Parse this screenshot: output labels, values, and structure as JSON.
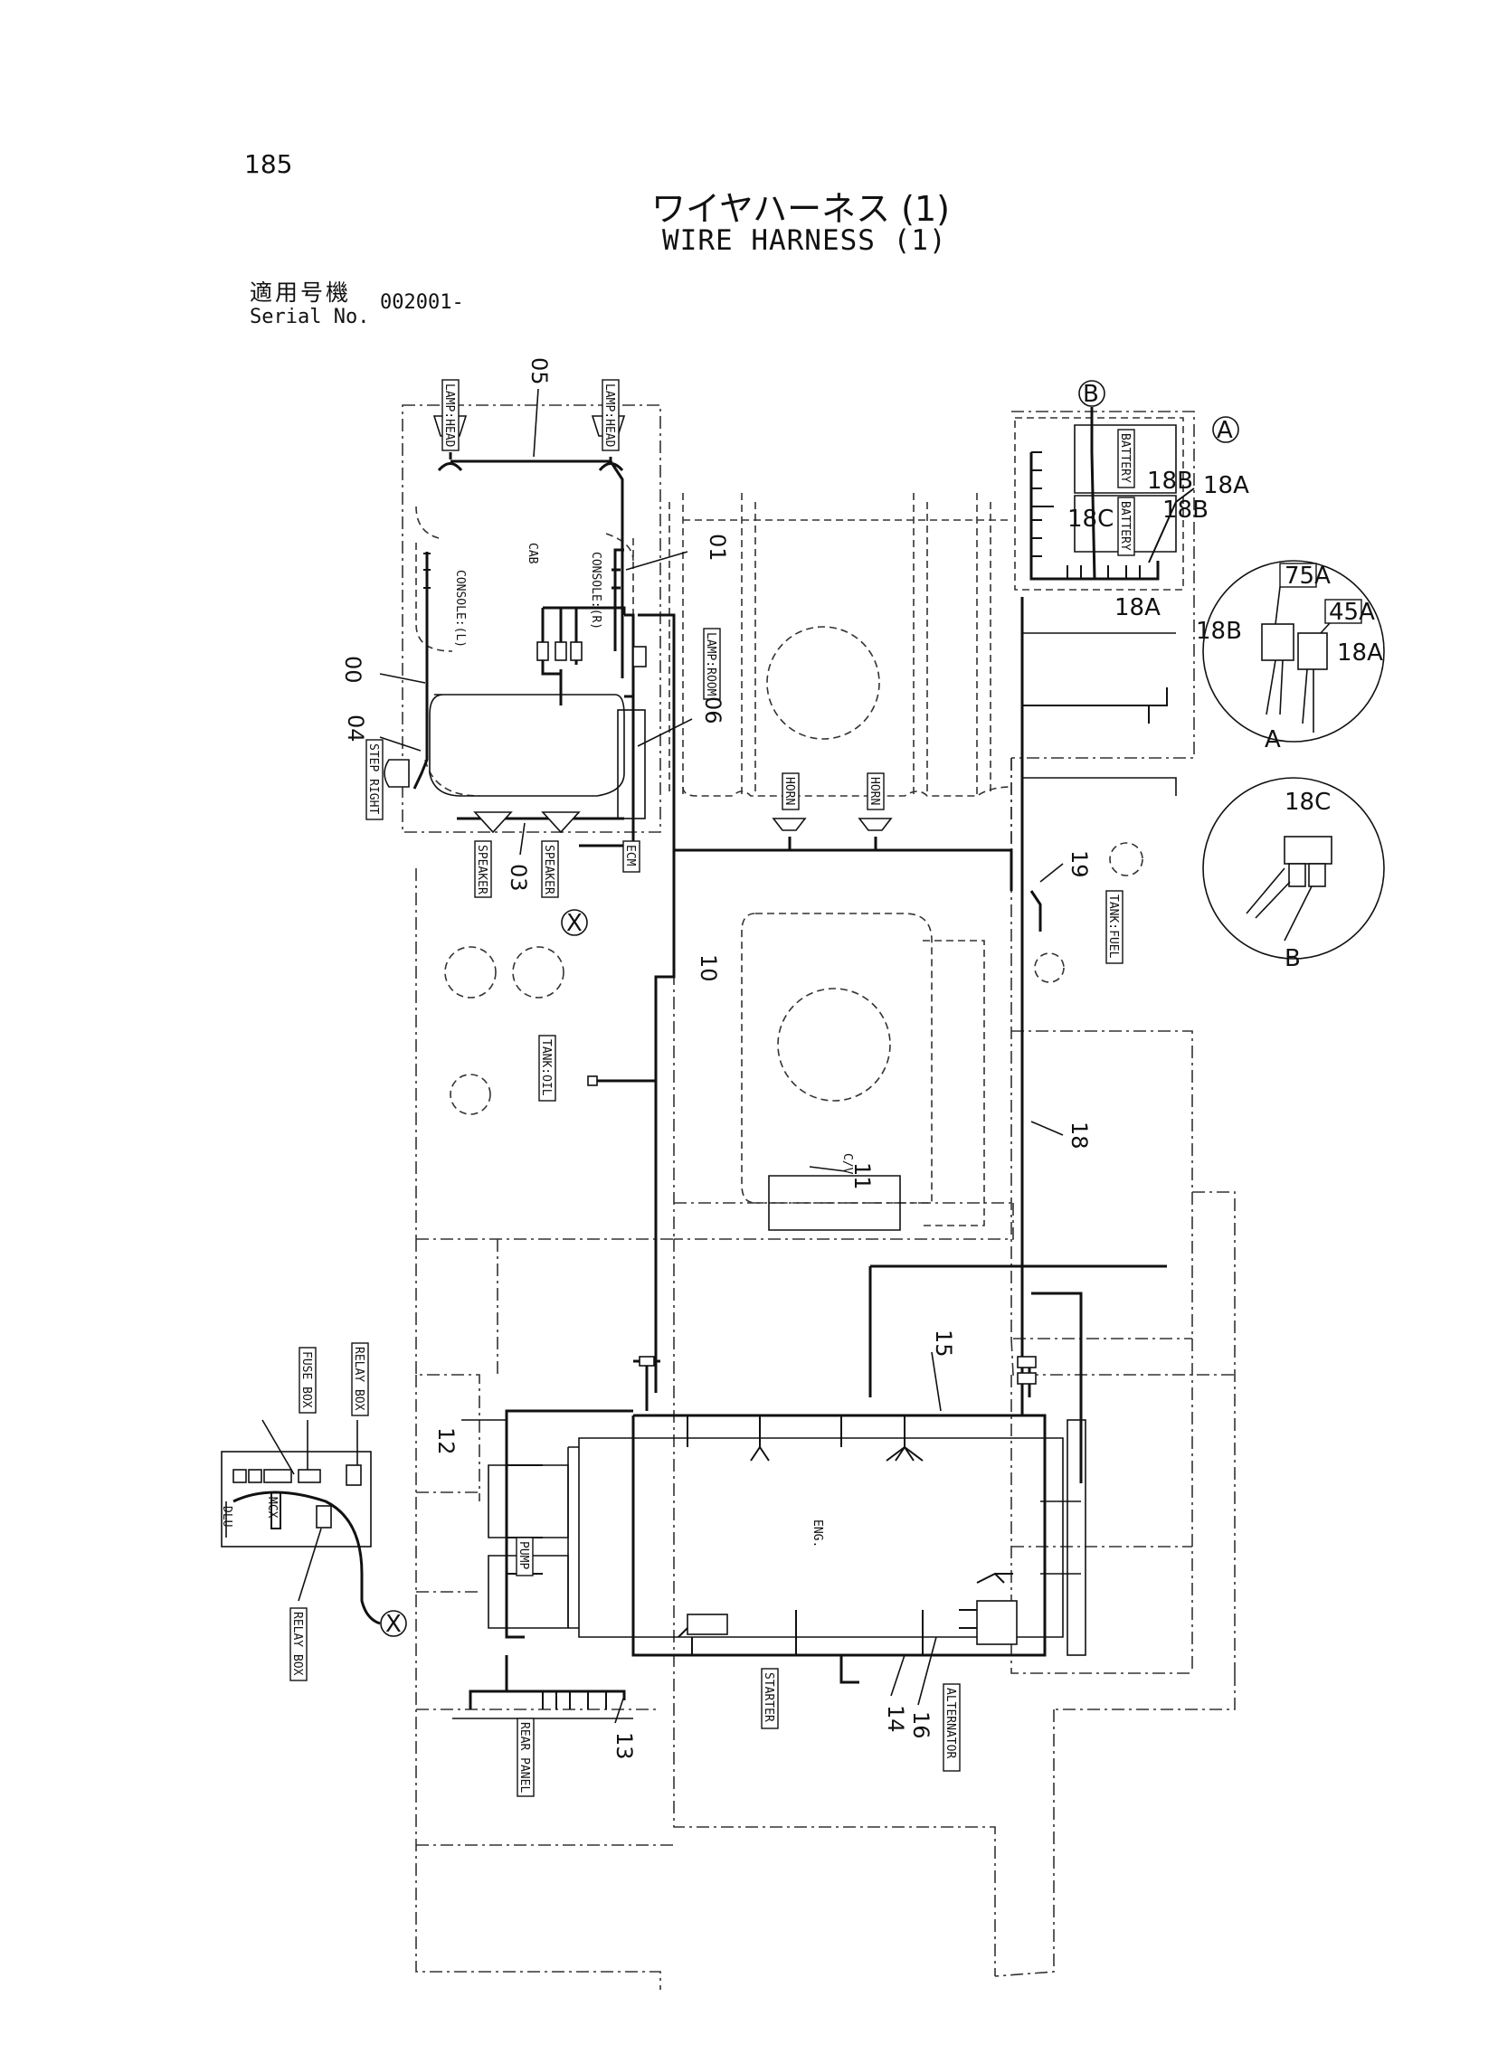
{
  "page_number": "185",
  "title_jp": "ワイヤハーネス (1)",
  "title_en": "WIRE HARNESS (1)",
  "serial": {
    "label_jp": "適用号機",
    "label_en": "Serial No.",
    "value": "002001-"
  },
  "parts": [
    "00",
    "01",
    "03",
    "04",
    "05",
    "06",
    "10",
    "11",
    "12",
    "13",
    "14",
    "15",
    "16",
    "18",
    "19"
  ],
  "component_labels": {
    "lamp_head_1": "LAMP:HEAD",
    "lamp_head_2": "LAMP:HEAD",
    "cab": "CAB",
    "console_l": "CONSOLE:(L)",
    "console_r": "CONSOLE:(R)",
    "lamp_room": "LAMP:ROOM",
    "step_right": "STEP RIGHT",
    "speaker_1": "SPEAKER",
    "speaker_2": "SPEAKER",
    "ecm": "ECM",
    "horn_1": "HORN",
    "horn_2": "HORN",
    "battery_1": "BATTERY",
    "battery_2": "BATTERY",
    "tank_fuel": "TANK:FUEL",
    "tank_oil": "TANK:OIL",
    "cpu": "C/V",
    "fuse_box": "FUSE BOX",
    "relay_box_1": "RELAY BOX",
    "relay_box_2": "RELAY BOX",
    "dlu": "DLU",
    "mcx": "MCX",
    "pump": "PUMP",
    "eng": "ENG.",
    "starter": "STARTER",
    "rear_panel": "REAR PANEL",
    "alternator": "ALTERNATOR"
  },
  "callouts": {
    "A": "A",
    "B": "B",
    "X1": "X",
    "X2": "X",
    "c18A_1": "18A",
    "c18A_2": "18A",
    "c18A_3": "18A",
    "c18B_1": "18B",
    "c18B_2": "18B",
    "c18B_3": "18B",
    "c18C_1": "18C",
    "c18C_2": "18C",
    "c75A": "75A",
    "c45A": "45A"
  },
  "colors": {
    "line": "#111111",
    "background": "#ffffff"
  }
}
